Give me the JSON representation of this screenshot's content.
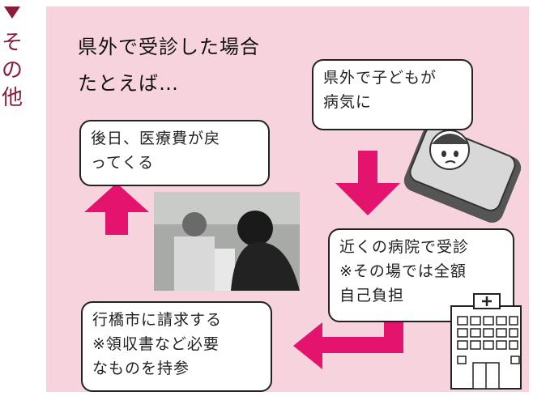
{
  "side_heading": {
    "marker": "▼",
    "chars": [
      "そ",
      "の",
      "他"
    ]
  },
  "title": {
    "line1": "県外で受診した場合",
    "line2": "たとえば…"
  },
  "steps": {
    "sick": {
      "line1": "県外で子どもが",
      "line2": "病気に"
    },
    "hospital": {
      "line1": "近くの病院で受診",
      "line2": "※その場では全額",
      "line3": "自己負担"
    },
    "claim": {
      "line1": "行橋市に請求する",
      "line2": "※領収書など必要",
      "line3": "なものを持参"
    },
    "refund": {
      "line1": "後日、医療費が戻",
      "line2": "ってくる"
    }
  },
  "icons": [
    "sick-child-icon",
    "hospital-icon",
    "clinic-photo"
  ],
  "colors": {
    "panel": "#f7d3dd",
    "arrow": "#e4146e",
    "heading": "#8a1c3c",
    "border": "#222222"
  }
}
